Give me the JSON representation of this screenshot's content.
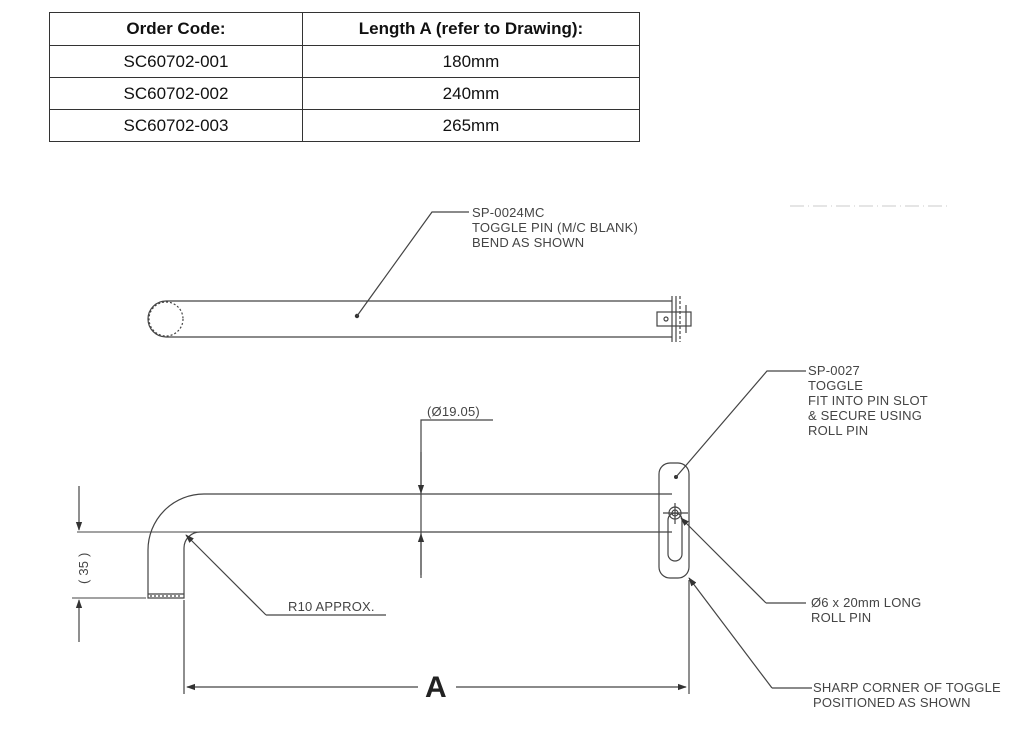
{
  "table": {
    "headers": [
      "Order Code:",
      "Length A (refer to Drawing):"
    ],
    "rows": [
      [
        "SC60702-001",
        "180mm"
      ],
      [
        "SC60702-002",
        "240mm"
      ],
      [
        "SC60702-003",
        "265mm"
      ]
    ]
  },
  "drawing": {
    "callout_toggle_pin": [
      "SP-0024MC",
      "TOGGLE PIN (M/C BLANK)",
      "BEND AS SHOWN"
    ],
    "callout_toggle": [
      "SP-0027",
      "TOGGLE",
      "FIT INTO PIN SLOT",
      "& SECURE USING",
      "ROLL PIN"
    ],
    "dim_diameter": "(Ø19.05)",
    "dim_height": "( 35 )",
    "radius_label": "R10 APPROX.",
    "roll_pin_label": [
      "Ø6 x 20mm LONG",
      "ROLL PIN"
    ],
    "corner_label": [
      "SHARP CORNER OF TOGGLE",
      "POSITIONED AS SHOWN"
    ],
    "length_label": "A"
  }
}
